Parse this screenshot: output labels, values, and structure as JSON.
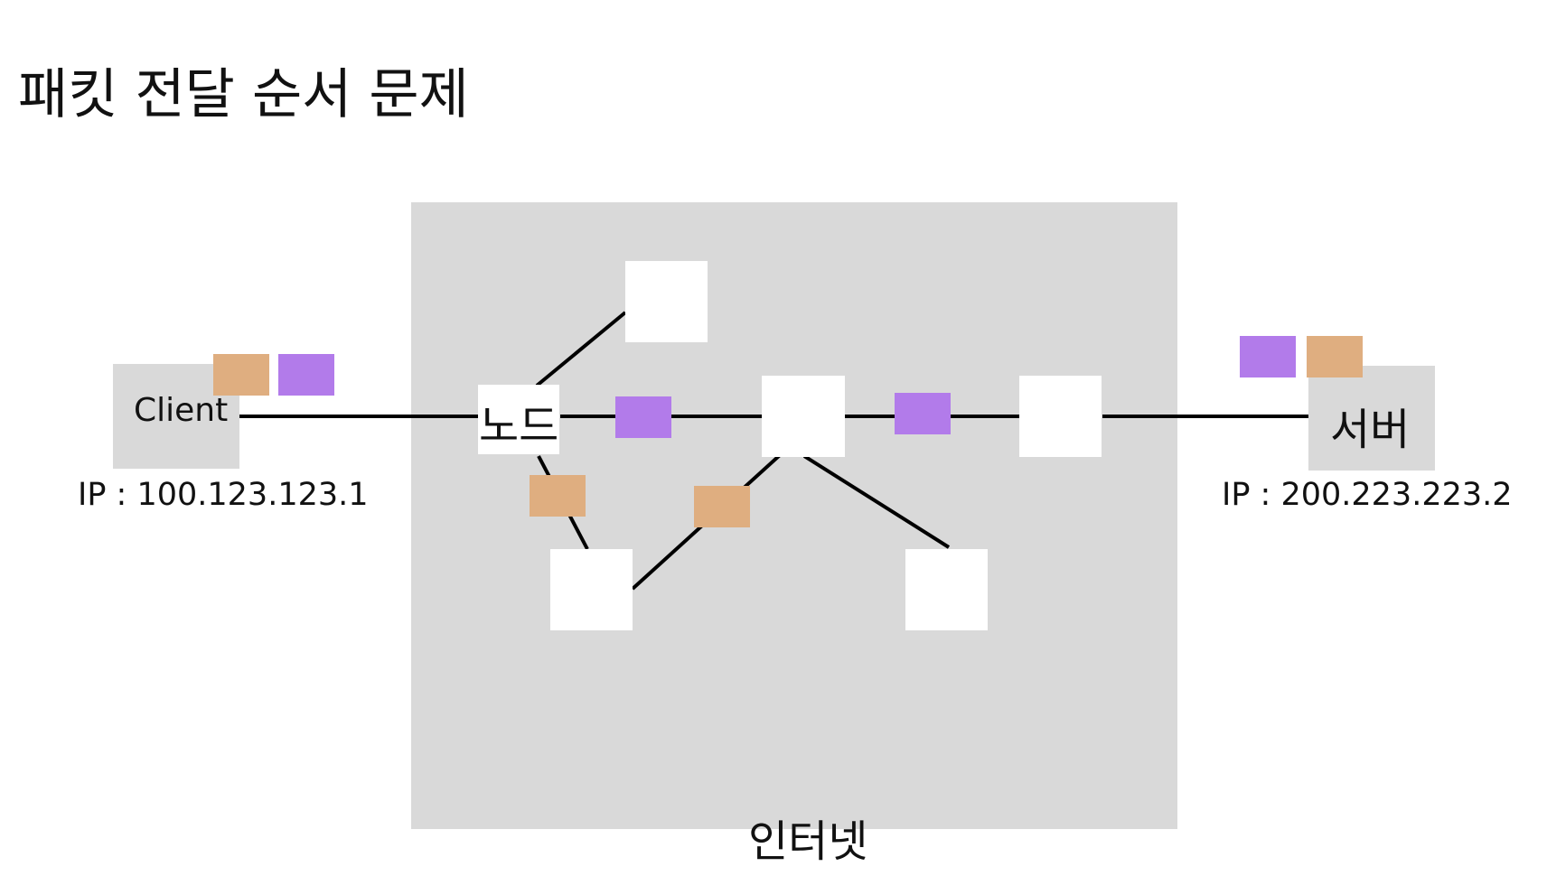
{
  "title": "패킷 전달 순서 문제",
  "internet_label": "인터넷",
  "client": {
    "label": "Client",
    "ip": "IP : 100.123.123.1"
  },
  "server": {
    "label": "서버",
    "ip": "IP : 200.223.223.2"
  },
  "node_label": "노드",
  "colors": {
    "cloud": "#d9d9d9",
    "node": "#ffffff",
    "packet_orange": "#dfae80",
    "packet_purple": "#b27bea",
    "line": "#000000"
  }
}
